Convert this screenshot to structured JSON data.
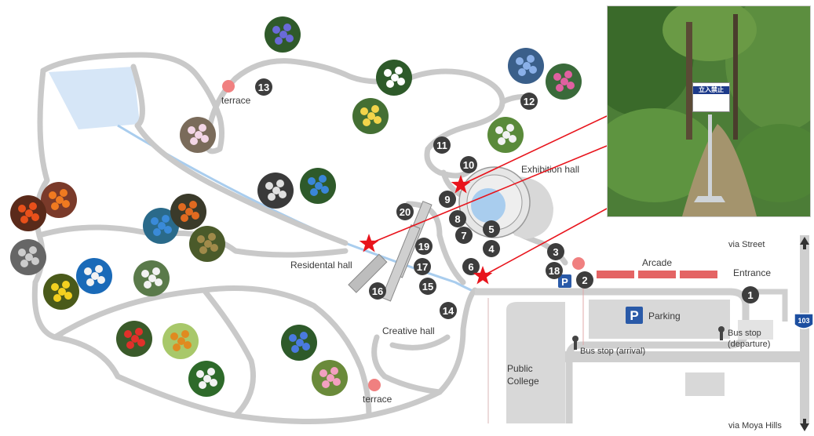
{
  "labels": {
    "terrace_top": "terrace",
    "terrace_bottom": "terrace",
    "exhibition_hall": "Exhibition hall",
    "residental_hall": "Residental hall",
    "creative_hall": "Creative hall",
    "arcade": "Arcade",
    "entrance": "Entrance",
    "parking": "Parking",
    "parking_symbol": "P",
    "parking_small_symbol": "P",
    "bus_stop_arrival": "Bus stop (arrival)",
    "bus_stop_departure_1": "Bus stop",
    "bus_stop_departure_2": "(departure)",
    "public_college_1": "Public",
    "public_college_2": "College",
    "via_street": "via Street",
    "via_moya_hills": "via Moya Hills",
    "route_number": "103"
  },
  "markers": [
    "1",
    "2",
    "3",
    "4",
    "5",
    "6",
    "7",
    "8",
    "9",
    "10",
    "11",
    "12",
    "13",
    "14",
    "15",
    "16",
    "17",
    "18",
    "19",
    "20"
  ],
  "photo": {
    "sign_text": "立入禁止"
  },
  "colors": {
    "path": "#c9c9c9",
    "marker": "#3d3d3d",
    "star": "#e8141c",
    "callout_line": "#e8141c",
    "terrace_dot": "#f08080",
    "arcade": "#e46464",
    "pond": "#d6e6f7",
    "stream": "#a9cdee",
    "parking_blue": "#2a5aa8"
  }
}
